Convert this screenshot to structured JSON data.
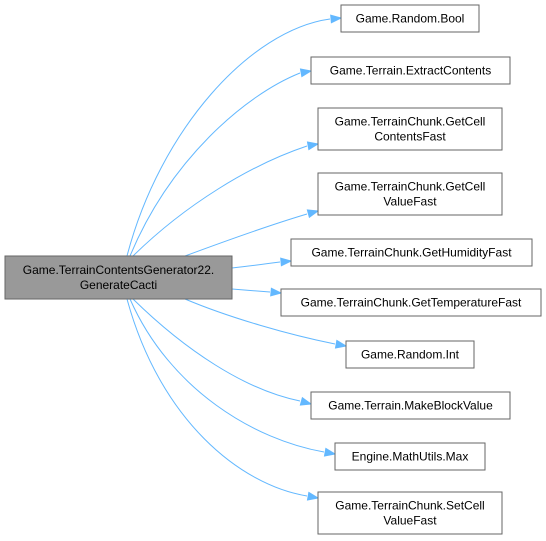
{
  "source": {
    "lines": [
      "Game.TerrainContentsGenerator22.",
      "GenerateCacti"
    ],
    "fill": "#999999"
  },
  "targets": [
    {
      "lines": [
        "Game.Random.Bool"
      ]
    },
    {
      "lines": [
        "Game.Terrain.ExtractContents"
      ]
    },
    {
      "lines": [
        "Game.TerrainChunk.GetCell",
        "ContentsFast"
      ]
    },
    {
      "lines": [
        "Game.TerrainChunk.GetCell",
        "ValueFast"
      ]
    },
    {
      "lines": [
        "Game.TerrainChunk.GetHumidityFast"
      ]
    },
    {
      "lines": [
        "Game.TerrainChunk.GetTemperatureFast"
      ]
    },
    {
      "lines": [
        "Game.Random.Int"
      ]
    },
    {
      "lines": [
        "Game.Terrain.MakeBlockValue"
      ]
    },
    {
      "lines": [
        "Engine.MathUtils.Max"
      ]
    },
    {
      "lines": [
        "Game.TerrainChunk.SetCell",
        "ValueFast"
      ]
    }
  ],
  "colors": {
    "edge": "#63b8ff",
    "node_border": "#666666",
    "callee_fill": "#ffffff"
  }
}
